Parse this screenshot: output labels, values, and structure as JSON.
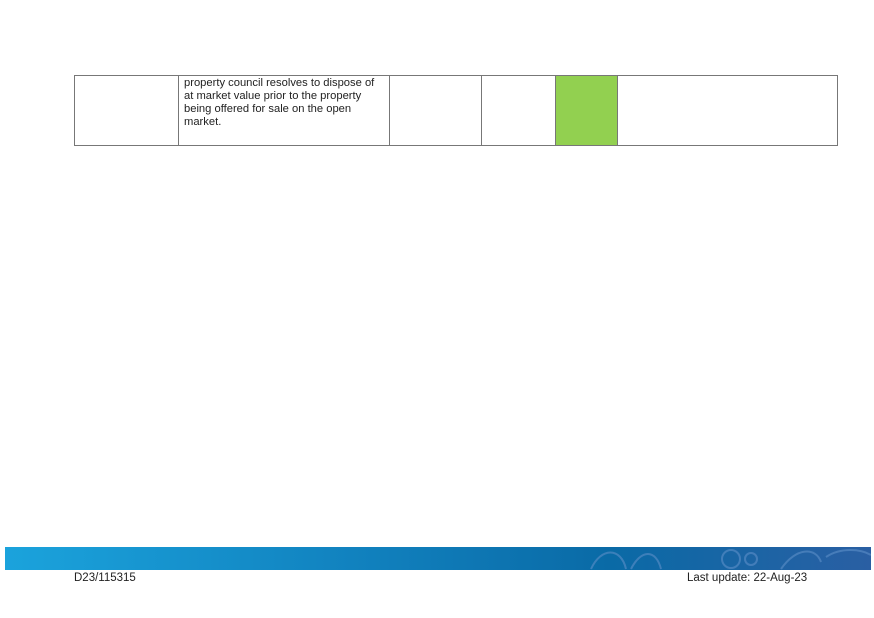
{
  "table": {
    "row_text": "property council resolves to dispose of at market value prior to the property being offered for sale on the open market.",
    "highlight_color": "#92d050"
  },
  "footer": {
    "doc_id": "D23/115315",
    "last_update": "Last update: 22-Aug-23"
  }
}
